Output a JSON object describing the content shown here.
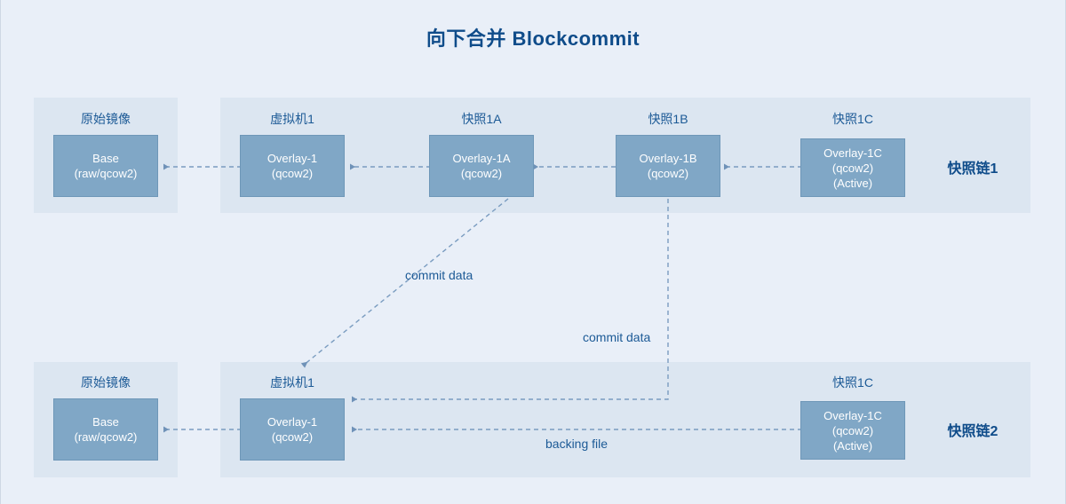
{
  "title": "向下合并 Blockcommit",
  "colors": {
    "page_background": "#e9eff8",
    "panel_background": "#dce6f1",
    "node_fill": "#80a7c6",
    "node_text": "#ffffff",
    "accent_dark_blue": "#0f4c8a",
    "label_blue": "#1c5a96",
    "wire": "#7a9cc0"
  },
  "chains": [
    {
      "id": "chain-1",
      "chain_label": "快照链1",
      "groups": [
        {
          "id": "original-image-top",
          "label": "原始镜像",
          "node": {
            "id": "base-top",
            "lines": [
              "Base",
              "(raw/qcow2)"
            ]
          }
        },
        {
          "id": "vm1-top",
          "label": "虚拟机1",
          "node": {
            "id": "overlay-1-top",
            "lines": [
              "Overlay-1",
              "(qcow2)"
            ]
          }
        },
        {
          "id": "snapshot-1a",
          "label": "快照1A",
          "node": {
            "id": "overlay-1a",
            "lines": [
              "Overlay-1A",
              "(qcow2)"
            ]
          }
        },
        {
          "id": "snapshot-1b",
          "label": "快照1B",
          "node": {
            "id": "overlay-1b",
            "lines": [
              "Overlay-1B",
              "(qcow2)"
            ]
          }
        },
        {
          "id": "snapshot-1c-top",
          "label": "快照1C",
          "node": {
            "id": "overlay-1c-top",
            "lines": [
              "Overlay-1C",
              "(qcow2)",
              "(Active)"
            ]
          }
        }
      ]
    },
    {
      "id": "chain-2",
      "chain_label": "快照链2",
      "groups": [
        {
          "id": "original-image-bottom",
          "label": "原始镜像",
          "node": {
            "id": "base-bottom",
            "lines": [
              "Base",
              "(raw/qcow2)"
            ]
          }
        },
        {
          "id": "vm1-bottom",
          "label": "虚拟机1",
          "node": {
            "id": "overlay-1-bottom",
            "lines": [
              "Overlay-1",
              "(qcow2)"
            ]
          }
        },
        {
          "id": "snapshot-1c-bottom",
          "label": "快照1C",
          "node": {
            "id": "overlay-1c-bottom",
            "lines": [
              "Overlay-1C",
              "(qcow2)",
              "(Active)"
            ]
          }
        }
      ]
    }
  ],
  "edge_labels": {
    "commit_data_upper": "commit data",
    "commit_data_lower": "commit data",
    "backing_file": "backing file"
  }
}
